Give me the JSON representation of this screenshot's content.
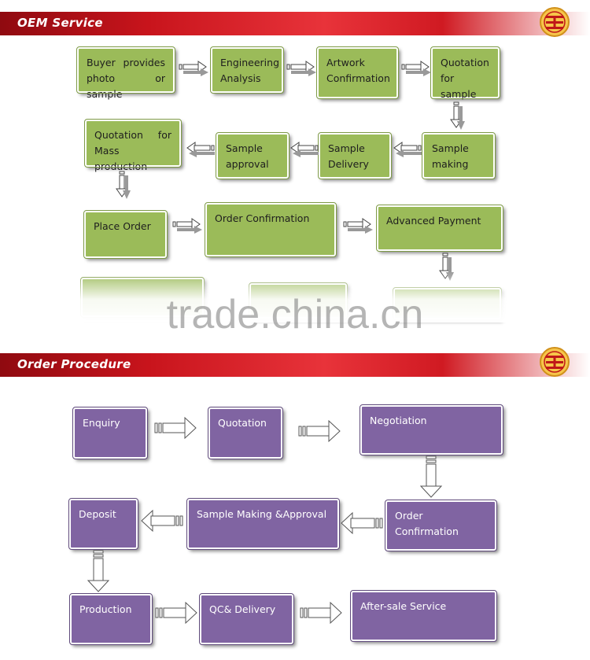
{
  "sections": {
    "oem": {
      "title": "OEM Service"
    },
    "order": {
      "title": "Order Procedure"
    }
  },
  "oem_steps": {
    "buyer": "Buyer provides photo or sample",
    "engineering": "Engineering Analysis",
    "artwork": "Artwork Confirmation",
    "quote_sample": "Quotation for sample",
    "quote_mass": "Quotation for Mass production",
    "sample_approval": "Sample approval",
    "sample_delivery": "Sample Delivery",
    "sample_making": "Sample making",
    "place_order": "Place Order",
    "order_confirmation": "Order Confirmation",
    "advanced_payment": "Advanced Payment"
  },
  "order_steps": {
    "enquiry": "Enquiry",
    "quotation": "Quotation",
    "negotiation": "Negotiation",
    "deposit": "Deposit",
    "sample_making_approval": "Sample Making &Approval",
    "order_confirmation": "Order Confirmation",
    "production": "Production",
    "qc_delivery": "QC& Delivery",
    "after_sale": "After-sale Service"
  },
  "watermark": "trade.china.cn",
  "colors": {
    "banner_red": "#c8141c",
    "green_box": "#9bbb59",
    "purple_box": "#8064a2",
    "logo_gold": "#e0a020"
  }
}
